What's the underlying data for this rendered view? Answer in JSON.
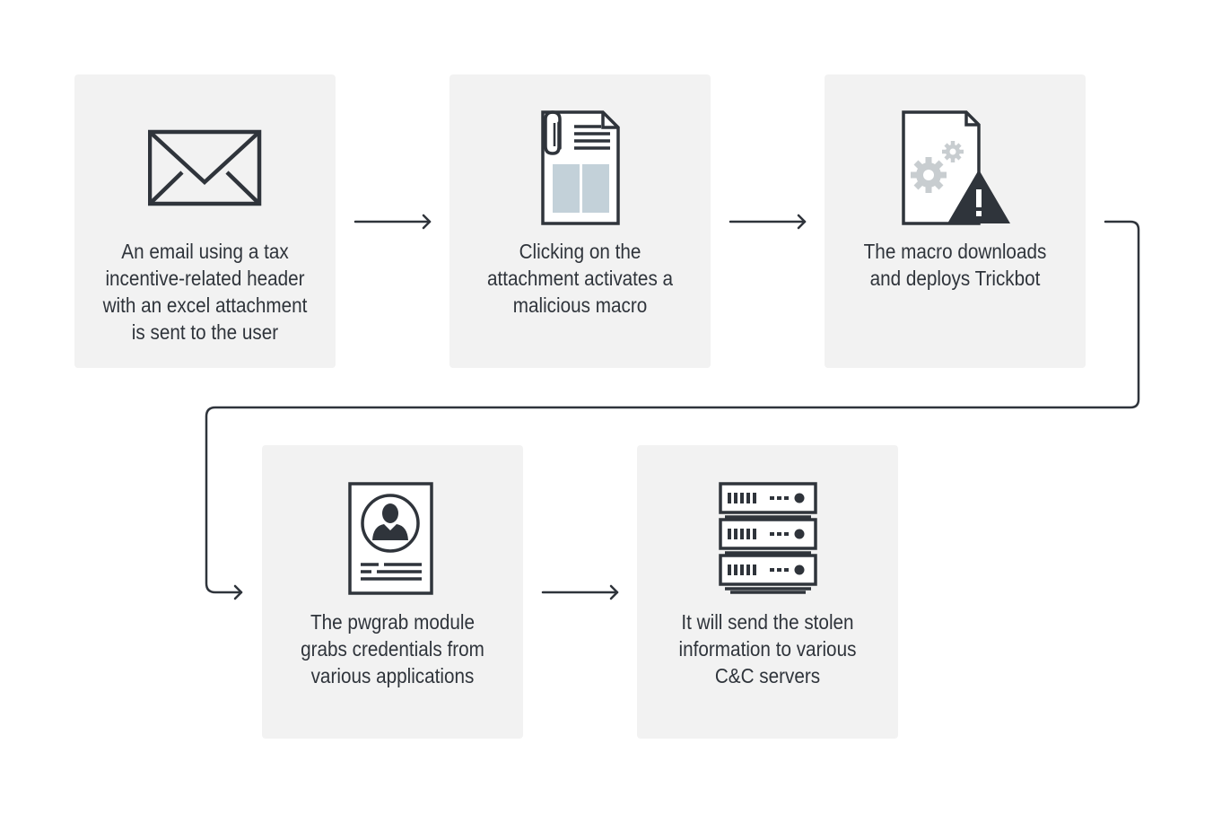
{
  "steps": [
    {
      "text": "An email using a tax incentive-related header with an excel attachment is sent to the user",
      "icon": "envelope-icon"
    },
    {
      "text": "Clicking on the attachment activates a malicious macro",
      "icon": "document-attachment-icon"
    },
    {
      "text": "The macro downloads and deploys Trickbot",
      "icon": "document-gear-warning-icon"
    },
    {
      "text": "The pwgrab module grabs credentials from various applications",
      "icon": "id-card-icon"
    },
    {
      "text": "It will send the stolen information to various C&C servers",
      "icon": "server-rack-icon"
    }
  ],
  "colors": {
    "card": "#f2f2f2",
    "ink": "#2f343b",
    "icon_fill": "#c3d1d9",
    "gear": "#c8cdd0"
  }
}
